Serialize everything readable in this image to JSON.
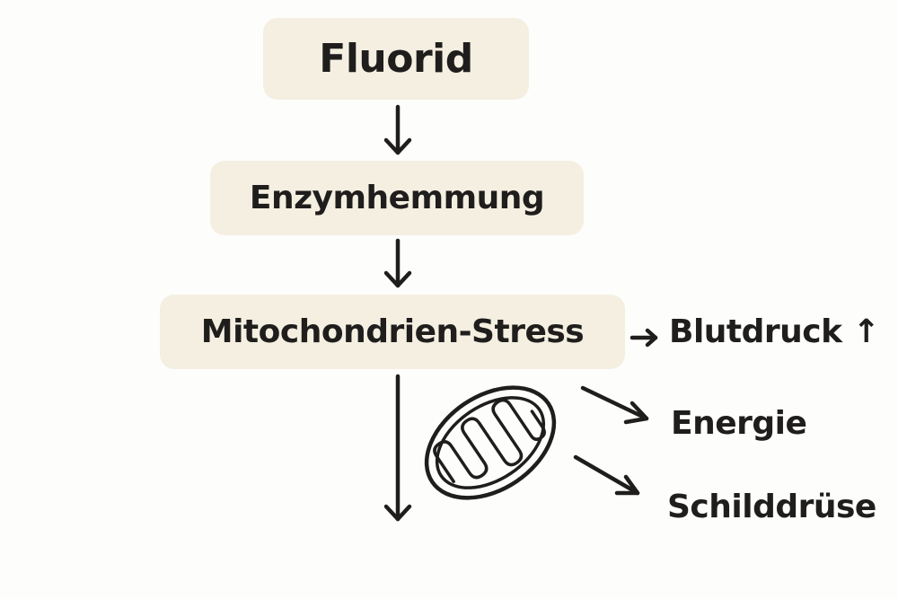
{
  "diagram": {
    "nodes": {
      "fluorid": "Fluorid",
      "enzymhemmung": "Enzymhemmung",
      "mitochondrien_stress": "Mitochondrien-Stress"
    },
    "effects": {
      "blutdruck": "Blutdruck",
      "blutdruck_arrow": "↑",
      "energie": "Energie",
      "schilddruese": "Schilddrüse"
    },
    "icons": {
      "organelle": "mitochondrion-icon"
    },
    "colors": {
      "node_fill": "#f4efe1",
      "ink": "#1f1e1c",
      "background": "#fdfdfc"
    }
  }
}
